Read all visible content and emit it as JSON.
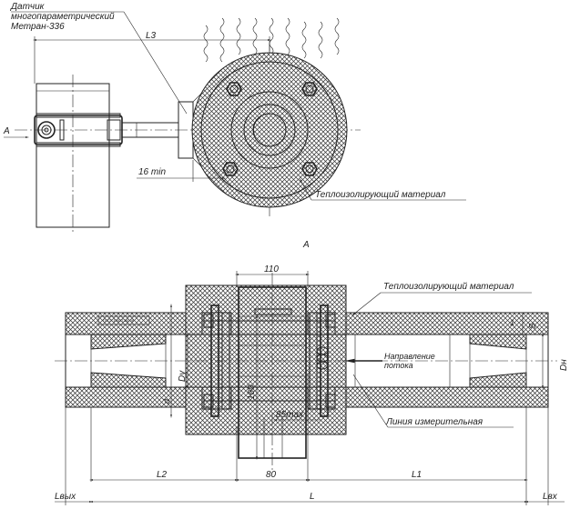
{
  "top_view": {
    "sensor_label_line1": "Датчик",
    "sensor_label_line2": "многопараметрический",
    "sensor_label_line3": "Метран-336",
    "dim_l3": "L3",
    "dim_16min": "16 min",
    "view_arrow": "A",
    "insulation_label": "Теплоизолирующий материал"
  },
  "section_view": {
    "view_label": "A",
    "dim_110": "110",
    "dim_160": "160",
    "dim_85max": "85max",
    "dim_dy": "Dy",
    "dim_dn": "Dн",
    "dim_s": "S",
    "dim_d": "d",
    "plate_text": "ГОСТ 19027-80-08",
    "flow_label_line1": "Направление",
    "flow_label_line2": "потока",
    "insulation_label": "Теплоизолирующий материал",
    "measuring_line_label": "Линия измерительная",
    "dim_l2": "L2",
    "dim_80": "80",
    "dim_l1": "L1",
    "dim_lvyh": "Lвых",
    "dim_l": "L",
    "dim_lvh": "Lвх"
  }
}
